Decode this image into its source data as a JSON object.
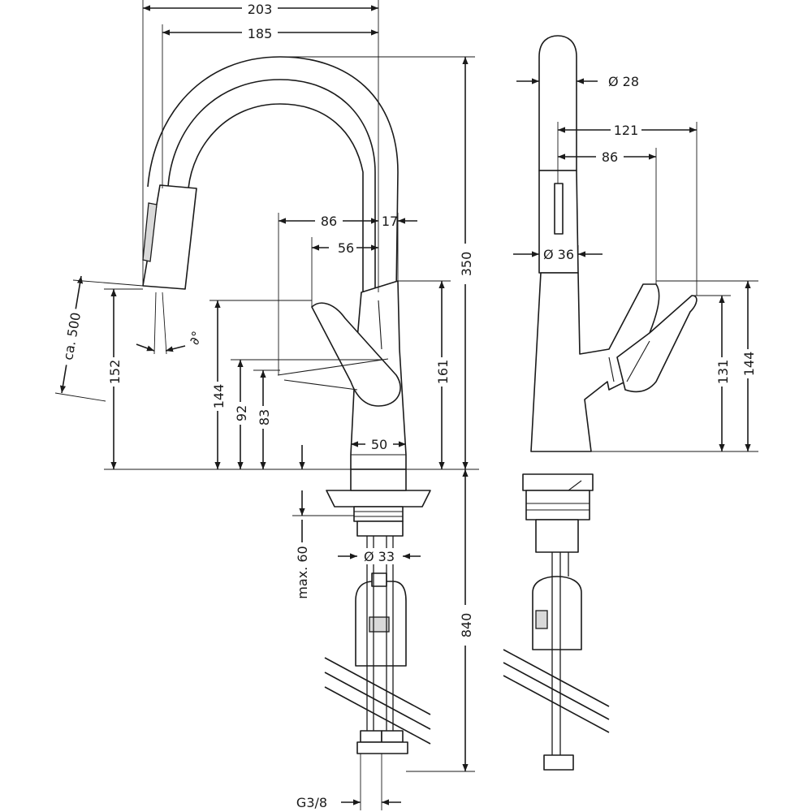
{
  "drawing": {
    "front_view": {
      "dim_overall_reach": "203",
      "dim_spout_reach": "185",
      "dim_lever_length": "86",
      "dim_lever_offset": "17",
      "dim_lever_pivot": "56",
      "dim_total_height": "350",
      "dim_pullout": "ca. 500",
      "dim_outlet_height": "152",
      "dim_swivel_angle": "∂°",
      "dim_lever_top": "144",
      "dim_lever_raised": "92",
      "dim_lever_base": "83",
      "dim_body_height": "161",
      "dim_body_width": "50",
      "dim_max_deck": "max. 60",
      "dim_hole_diameter": "Ø 33",
      "dim_hose_length": "840",
      "dim_connection": "G3/8"
    },
    "side_view": {
      "dim_head_diameter": "Ø 28",
      "dim_lever_reach_max": "121",
      "dim_lever_reach": "86",
      "dim_body_diameter": "Ø 36",
      "dim_lever_height": "131",
      "dim_lever_height_max": "144"
    }
  }
}
